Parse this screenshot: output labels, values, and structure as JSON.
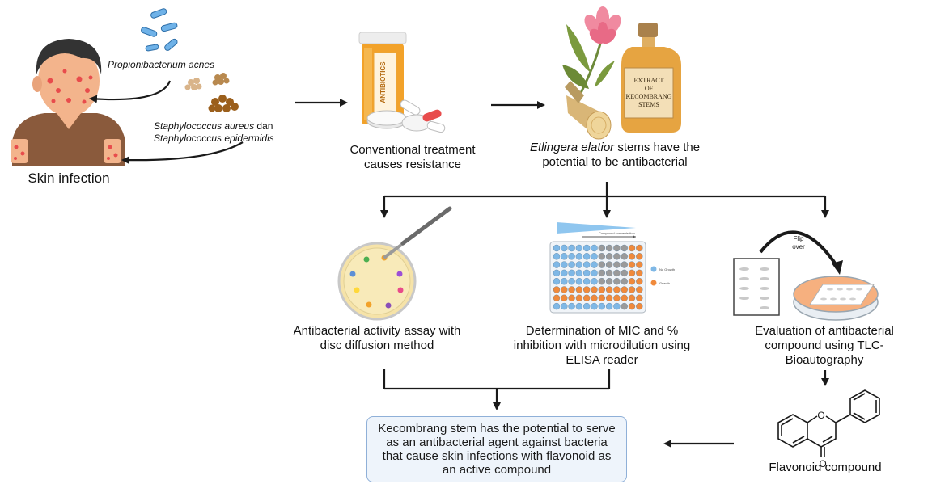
{
  "nodes": {
    "skin_infection": "Skin infection",
    "bacteria_1": "Propionibacterium acnes",
    "bacteria_2a": "Staphylococcus aureus",
    "bacteria_2b": "dan",
    "bacteria_2c": "Staphylococcus epidermidis",
    "conventional": "Conventional treatment causes resistance",
    "etlingera_name": "Etlingera elatior",
    "etlingera_rest": "stems have the potential to be antibacterial",
    "disc": "Antibacterial activity assay with disc diffusion method",
    "mic": "Determination of MIC and % inhibition with microdilution using ELISA reader",
    "tlc": "Evaluation of antibacterial compound using TLC-Bioautography",
    "flavonoid": "Flavonoid compound",
    "conclusion": "Kecombrang stem has the potential to serve as an antibacterial agent against bacteria that cause skin infections with flavonoid as an active compound"
  },
  "image_text": {
    "antibiotics_label": "ANTIBIOTICS",
    "extract_label": "EXTRACT OF KECOMBRANG STEMS",
    "flip_over": "Flip over",
    "compound_concentration": "Compound concentration",
    "legend_1": "No Growth",
    "legend_2": "Growth",
    "flavone_o1": "O",
    "flavone_o2": "O"
  },
  "colors": {
    "arrow": "#1a1a1a",
    "box_fill": "#eef4fb",
    "box_border": "#8fb0d8",
    "well_blue": "#7fb8e6",
    "well_orange": "#f08a3c",
    "well_grey": "#9a9a9a",
    "skin": "#f3b48c",
    "rash": "#e84c4c",
    "shirt": "#8a5a3c",
    "hair": "#333333",
    "bottle_orange": "#f2a22a",
    "petri_fill": "#f6e3a8"
  }
}
